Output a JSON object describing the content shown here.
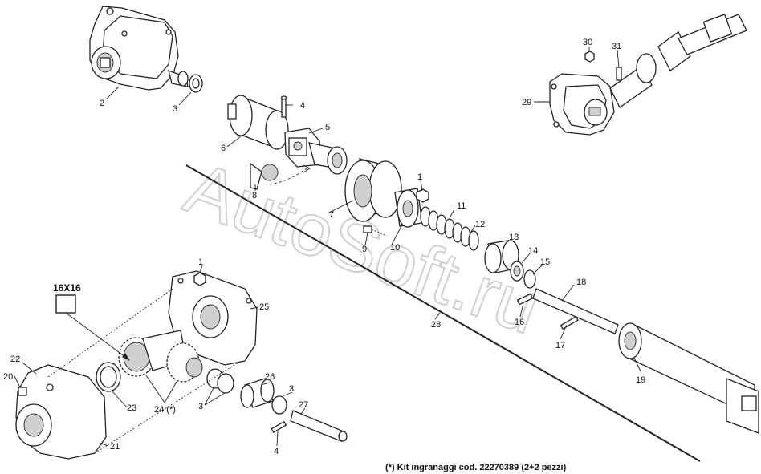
{
  "watermark": "AutoSoft.ru",
  "footnote": "(*) Kit ingranaggi cod. 22270389 (2+2 pezzi)",
  "size_callout": "16X16",
  "part_labels": {
    "p1a": "1",
    "p1b": "1",
    "p2": "2",
    "p3a": "3",
    "p3b": "3",
    "p3c": "3",
    "p4a": "4",
    "p4b": "4",
    "p5": "5",
    "p6": "6",
    "p7": "7",
    "p8": "8",
    "p9": "9",
    "p10": "10",
    "p11": "11",
    "p12": "12",
    "p13": "13",
    "p14": "14",
    "p15": "15",
    "p16": "16",
    "p17": "17",
    "p18": "18",
    "p19": "19",
    "p20": "20",
    "p21": "21",
    "p22": "22",
    "p23": "23",
    "p24": "24 (*)",
    "p25": "25",
    "p26": "26",
    "p27": "27",
    "p28": "28",
    "p29": "29",
    "p30": "30",
    "p31": "31"
  }
}
